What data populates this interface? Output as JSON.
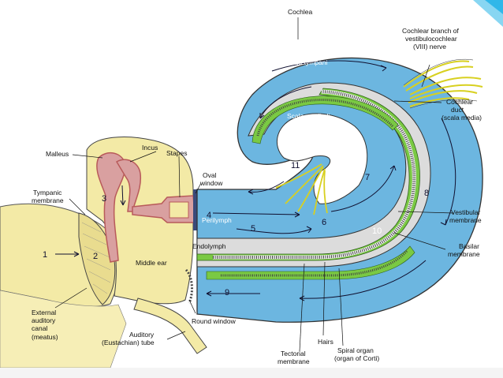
{
  "labels": {
    "cochlea": "Cochlea",
    "cochlear_branch_1": "Cochlear branch of",
    "cochlear_branch_2": "vestibulocochlear",
    "cochlear_branch_3": "(VIII) nerve",
    "scala_tympani": "Scala tympani",
    "scala_vestibuli": "Scala vestibuli",
    "cochlear_duct_1": "Cochlear",
    "cochlear_duct_2": "duct",
    "cochlear_duct_3": "(scala media)",
    "malleus": "Malleus",
    "incus": "Incus",
    "stapes": "Stapes",
    "oval_window_1": "Oval",
    "oval_window_2": "window",
    "tympanic_1": "Tympanic",
    "tympanic_2": "membrane",
    "perilymph": "Perilymph",
    "endolymph": "Endolymph",
    "middle_ear": "Middle ear",
    "vestibular_1": "Vestibular",
    "vestibular_2": "membrane",
    "basilar_1": "Basilar",
    "basilar_2": "membrane",
    "external_1": "External",
    "external_2": "auditory",
    "external_3": "canal",
    "external_4": "(meatus)",
    "round_window": "Round window",
    "auditory_tube_1": "Auditory",
    "auditory_tube_2": "(Eustachian) tube",
    "hairs": "Hairs",
    "tectorial_1": "Tectorial",
    "tectorial_2": "membrane",
    "spiral_1": "Spiral organ",
    "spiral_2": "(organ of Corti)"
  },
  "step_numbers": {
    "n1": "1",
    "n2": "2",
    "n3": "3",
    "n4": "4",
    "n5": "5",
    "n6": "6",
    "n7": "7",
    "n8": "8",
    "n9": "9",
    "n10": "10",
    "n11": "11"
  },
  "colors": {
    "canal_skin": "#f3eaa6",
    "bone_outline": "#333333",
    "ossicle": "#d9a0a0",
    "ossicle_dark": "#b85a5a",
    "perilymph_blue": "#6cb6e0",
    "endolymph_grey": "#dcdcdc",
    "basilar_green": "#7ac943",
    "nerve_yellow": "#d8d020",
    "accent_cyan": "#27b4e8"
  }
}
